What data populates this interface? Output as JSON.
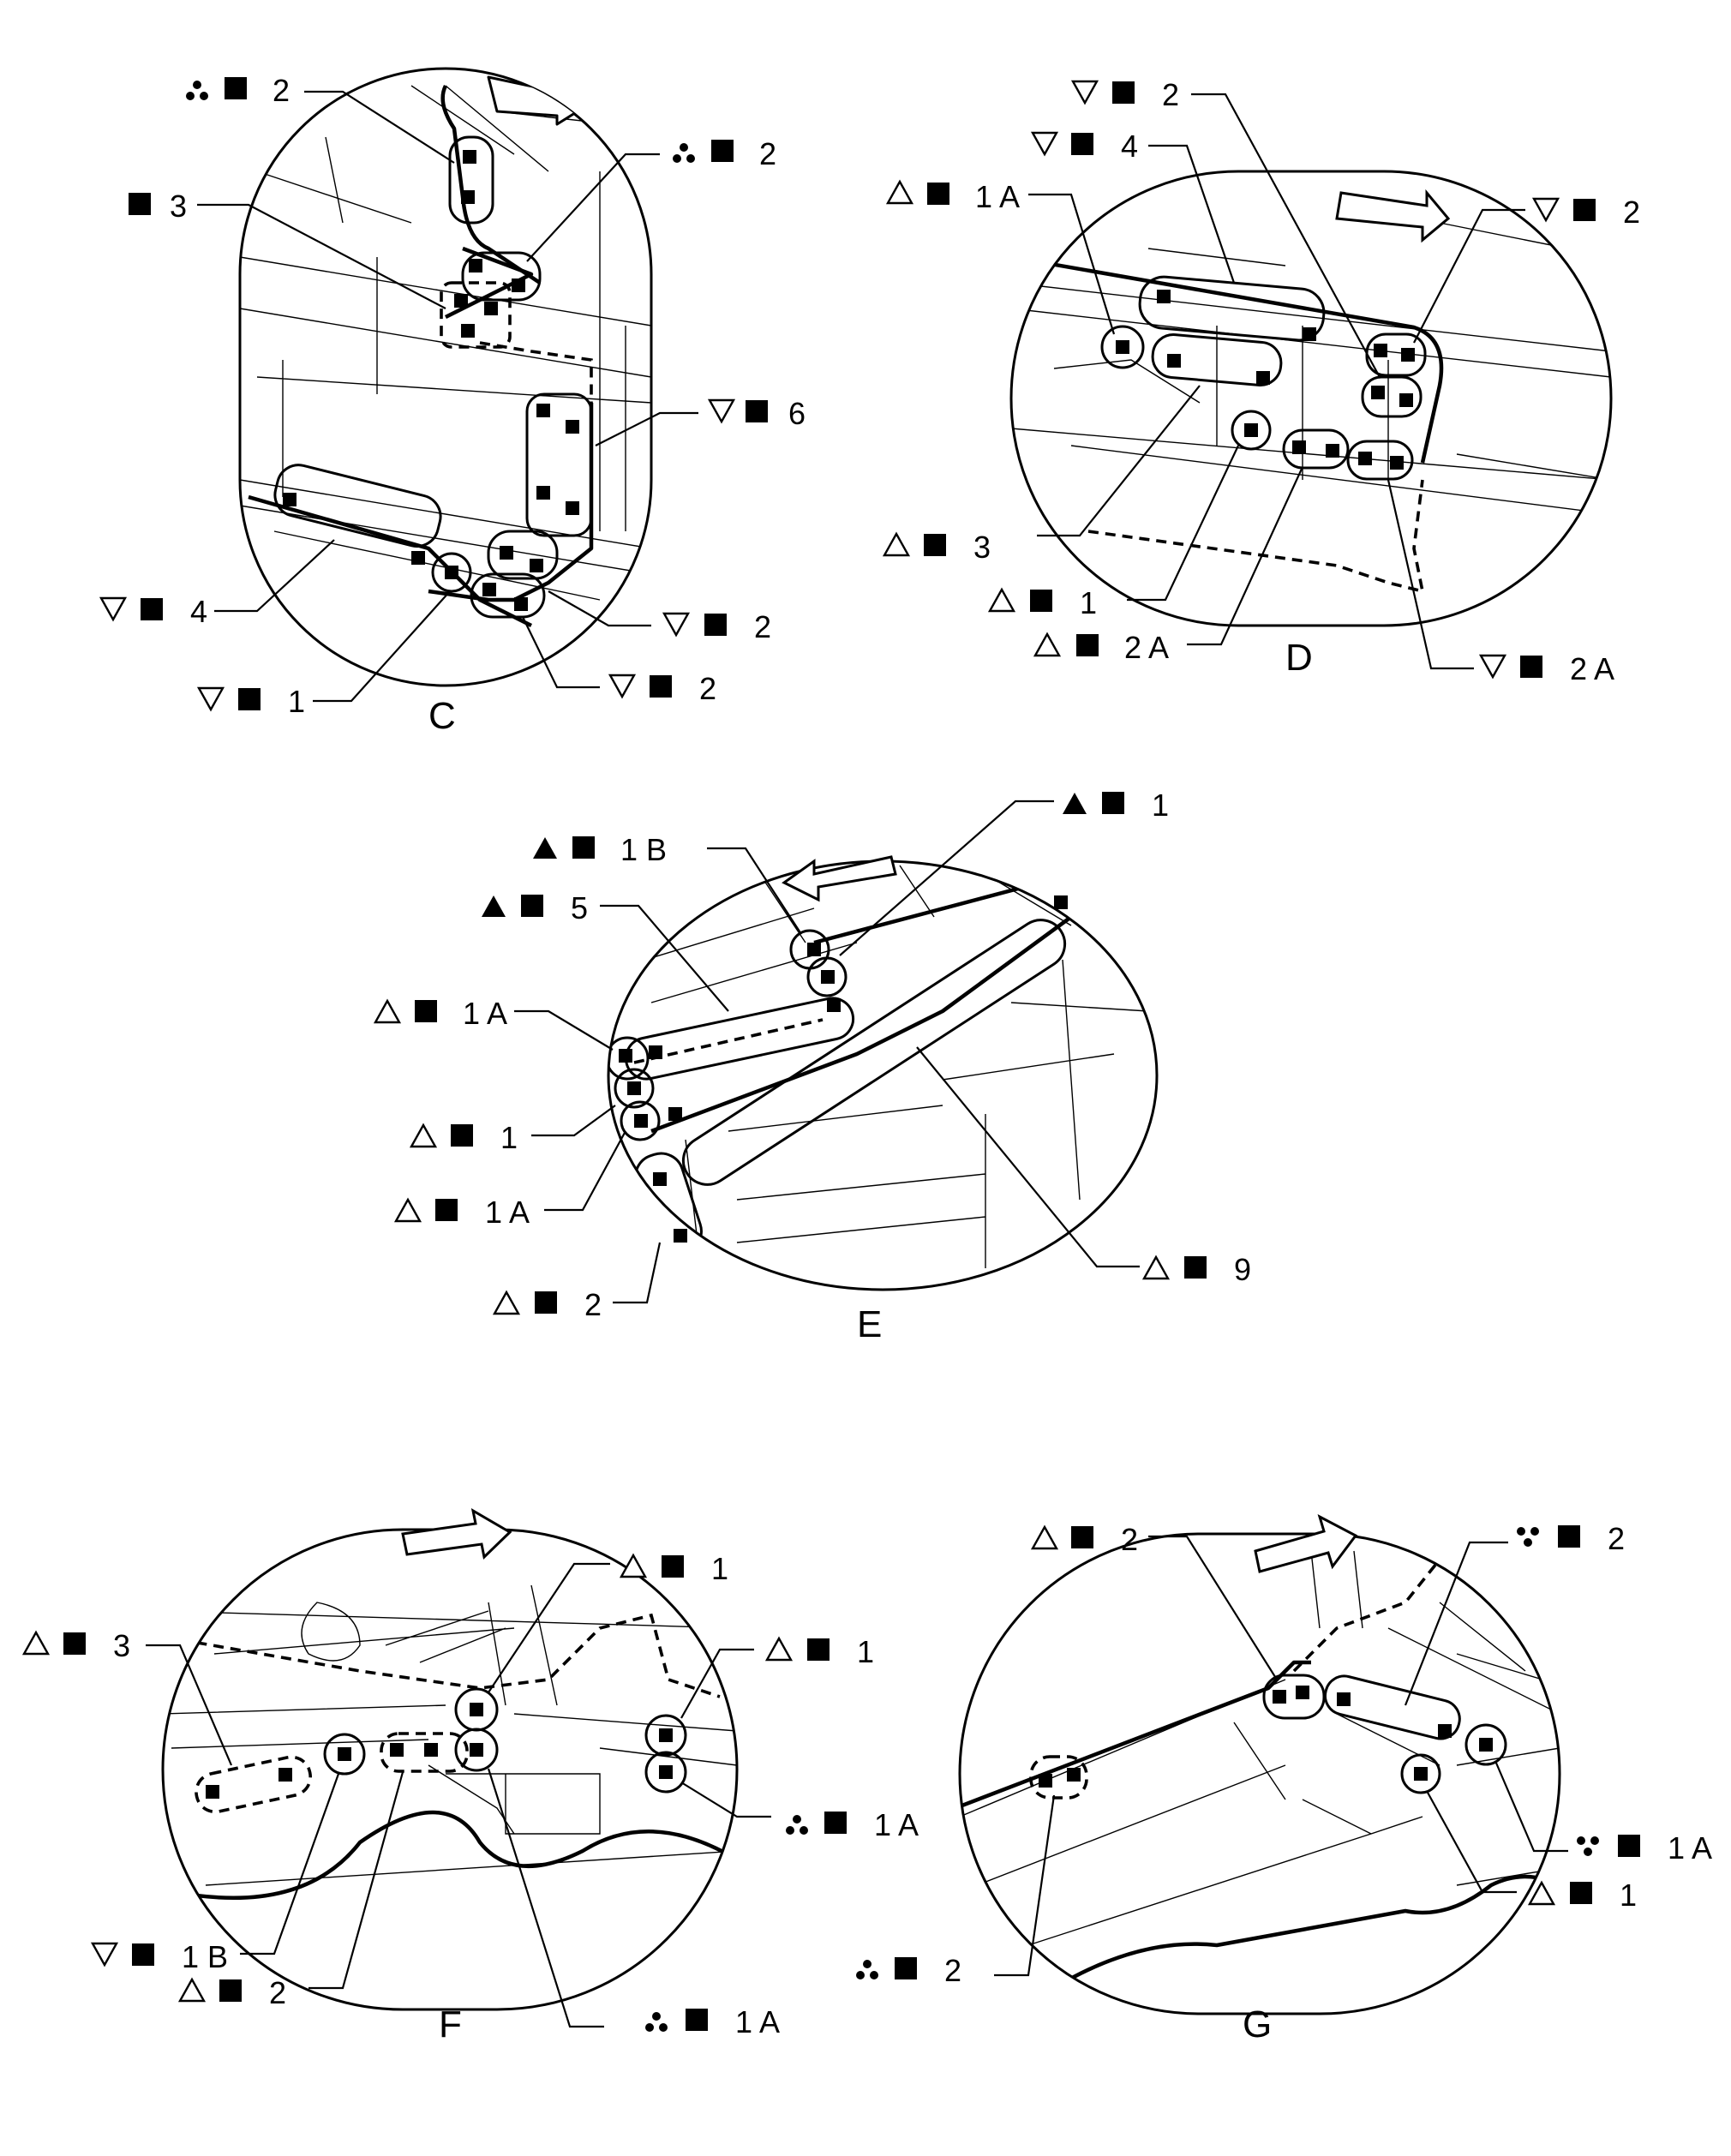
{
  "views": {
    "C": {
      "title": "C",
      "callouts": [
        {
          "symbols": [
            "tri-dots",
            "square"
          ],
          "text": "2"
        },
        {
          "symbols": [
            "tri-dots",
            "square"
          ],
          "text": "2"
        },
        {
          "symbols": [
            "square"
          ],
          "text": "3"
        },
        {
          "symbols": [
            "tri-down",
            "square"
          ],
          "text": "6"
        },
        {
          "symbols": [
            "tri-down",
            "square"
          ],
          "text": "4"
        },
        {
          "symbols": [
            "tri-down",
            "square"
          ],
          "text": "2"
        },
        {
          "symbols": [
            "tri-down",
            "square"
          ],
          "text": "1"
        },
        {
          "symbols": [
            "tri-down",
            "square"
          ],
          "text": "2"
        }
      ]
    },
    "D": {
      "title": "D",
      "callouts": [
        {
          "symbols": [
            "tri-down",
            "square"
          ],
          "text": "2"
        },
        {
          "symbols": [
            "tri-down",
            "square"
          ],
          "text": "4"
        },
        {
          "symbols": [
            "tri-up",
            "square"
          ],
          "text": "1 A"
        },
        {
          "symbols": [
            "tri-down",
            "square"
          ],
          "text": "2"
        },
        {
          "symbols": [
            "tri-up",
            "square"
          ],
          "text": "3"
        },
        {
          "symbols": [
            "tri-up",
            "square"
          ],
          "text": "1"
        },
        {
          "symbols": [
            "tri-up",
            "square"
          ],
          "text": "2 A"
        },
        {
          "symbols": [
            "tri-down",
            "square"
          ],
          "text": "2 A"
        }
      ]
    },
    "E": {
      "title": "E",
      "callouts": [
        {
          "symbols": [
            "tri-filled",
            "square"
          ],
          "text": "1"
        },
        {
          "symbols": [
            "tri-filled",
            "square"
          ],
          "text": "1 B"
        },
        {
          "symbols": [
            "tri-filled",
            "square"
          ],
          "text": "5"
        },
        {
          "symbols": [
            "tri-up",
            "square"
          ],
          "text": "1 A"
        },
        {
          "symbols": [
            "tri-up",
            "square"
          ],
          "text": "1"
        },
        {
          "symbols": [
            "tri-up",
            "square"
          ],
          "text": "1 A"
        },
        {
          "symbols": [
            "tri-up",
            "square"
          ],
          "text": "2"
        },
        {
          "symbols": [
            "tri-up",
            "square"
          ],
          "text": "9"
        }
      ]
    },
    "F": {
      "title": "F",
      "callouts": [
        {
          "symbols": [
            "tri-up",
            "square"
          ],
          "text": "1"
        },
        {
          "symbols": [
            "tri-up",
            "square"
          ],
          "text": "3"
        },
        {
          "symbols": [
            "tri-up",
            "square"
          ],
          "text": "1"
        },
        {
          "symbols": [
            "tri-dots",
            "square"
          ],
          "text": "1 A"
        },
        {
          "symbols": [
            "tri-down",
            "square"
          ],
          "text": "1 B"
        },
        {
          "symbols": [
            "tri-up",
            "square"
          ],
          "text": "2"
        },
        {
          "symbols": [
            "tri-dots",
            "square"
          ],
          "text": "1 A"
        }
      ]
    },
    "G": {
      "title": "G",
      "callouts": [
        {
          "symbols": [
            "tri-up",
            "square"
          ],
          "text": "2"
        },
        {
          "symbols": [
            "tri-down-dots",
            "square"
          ],
          "text": "2"
        },
        {
          "symbols": [
            "tri-down-dots",
            "square"
          ],
          "text": "1 A"
        },
        {
          "symbols": [
            "tri-up",
            "square"
          ],
          "text": "1"
        },
        {
          "symbols": [
            "tri-dots",
            "square"
          ],
          "text": "2"
        }
      ]
    }
  },
  "icons": {
    "tri-up": "outlined triangle pointing up",
    "tri-down": "outlined triangle pointing down",
    "tri-filled": "solid triangle",
    "tri-dots": "triangle of three dots",
    "tri-down-dots": "inverted triangle of three dots",
    "square": "solid square"
  }
}
